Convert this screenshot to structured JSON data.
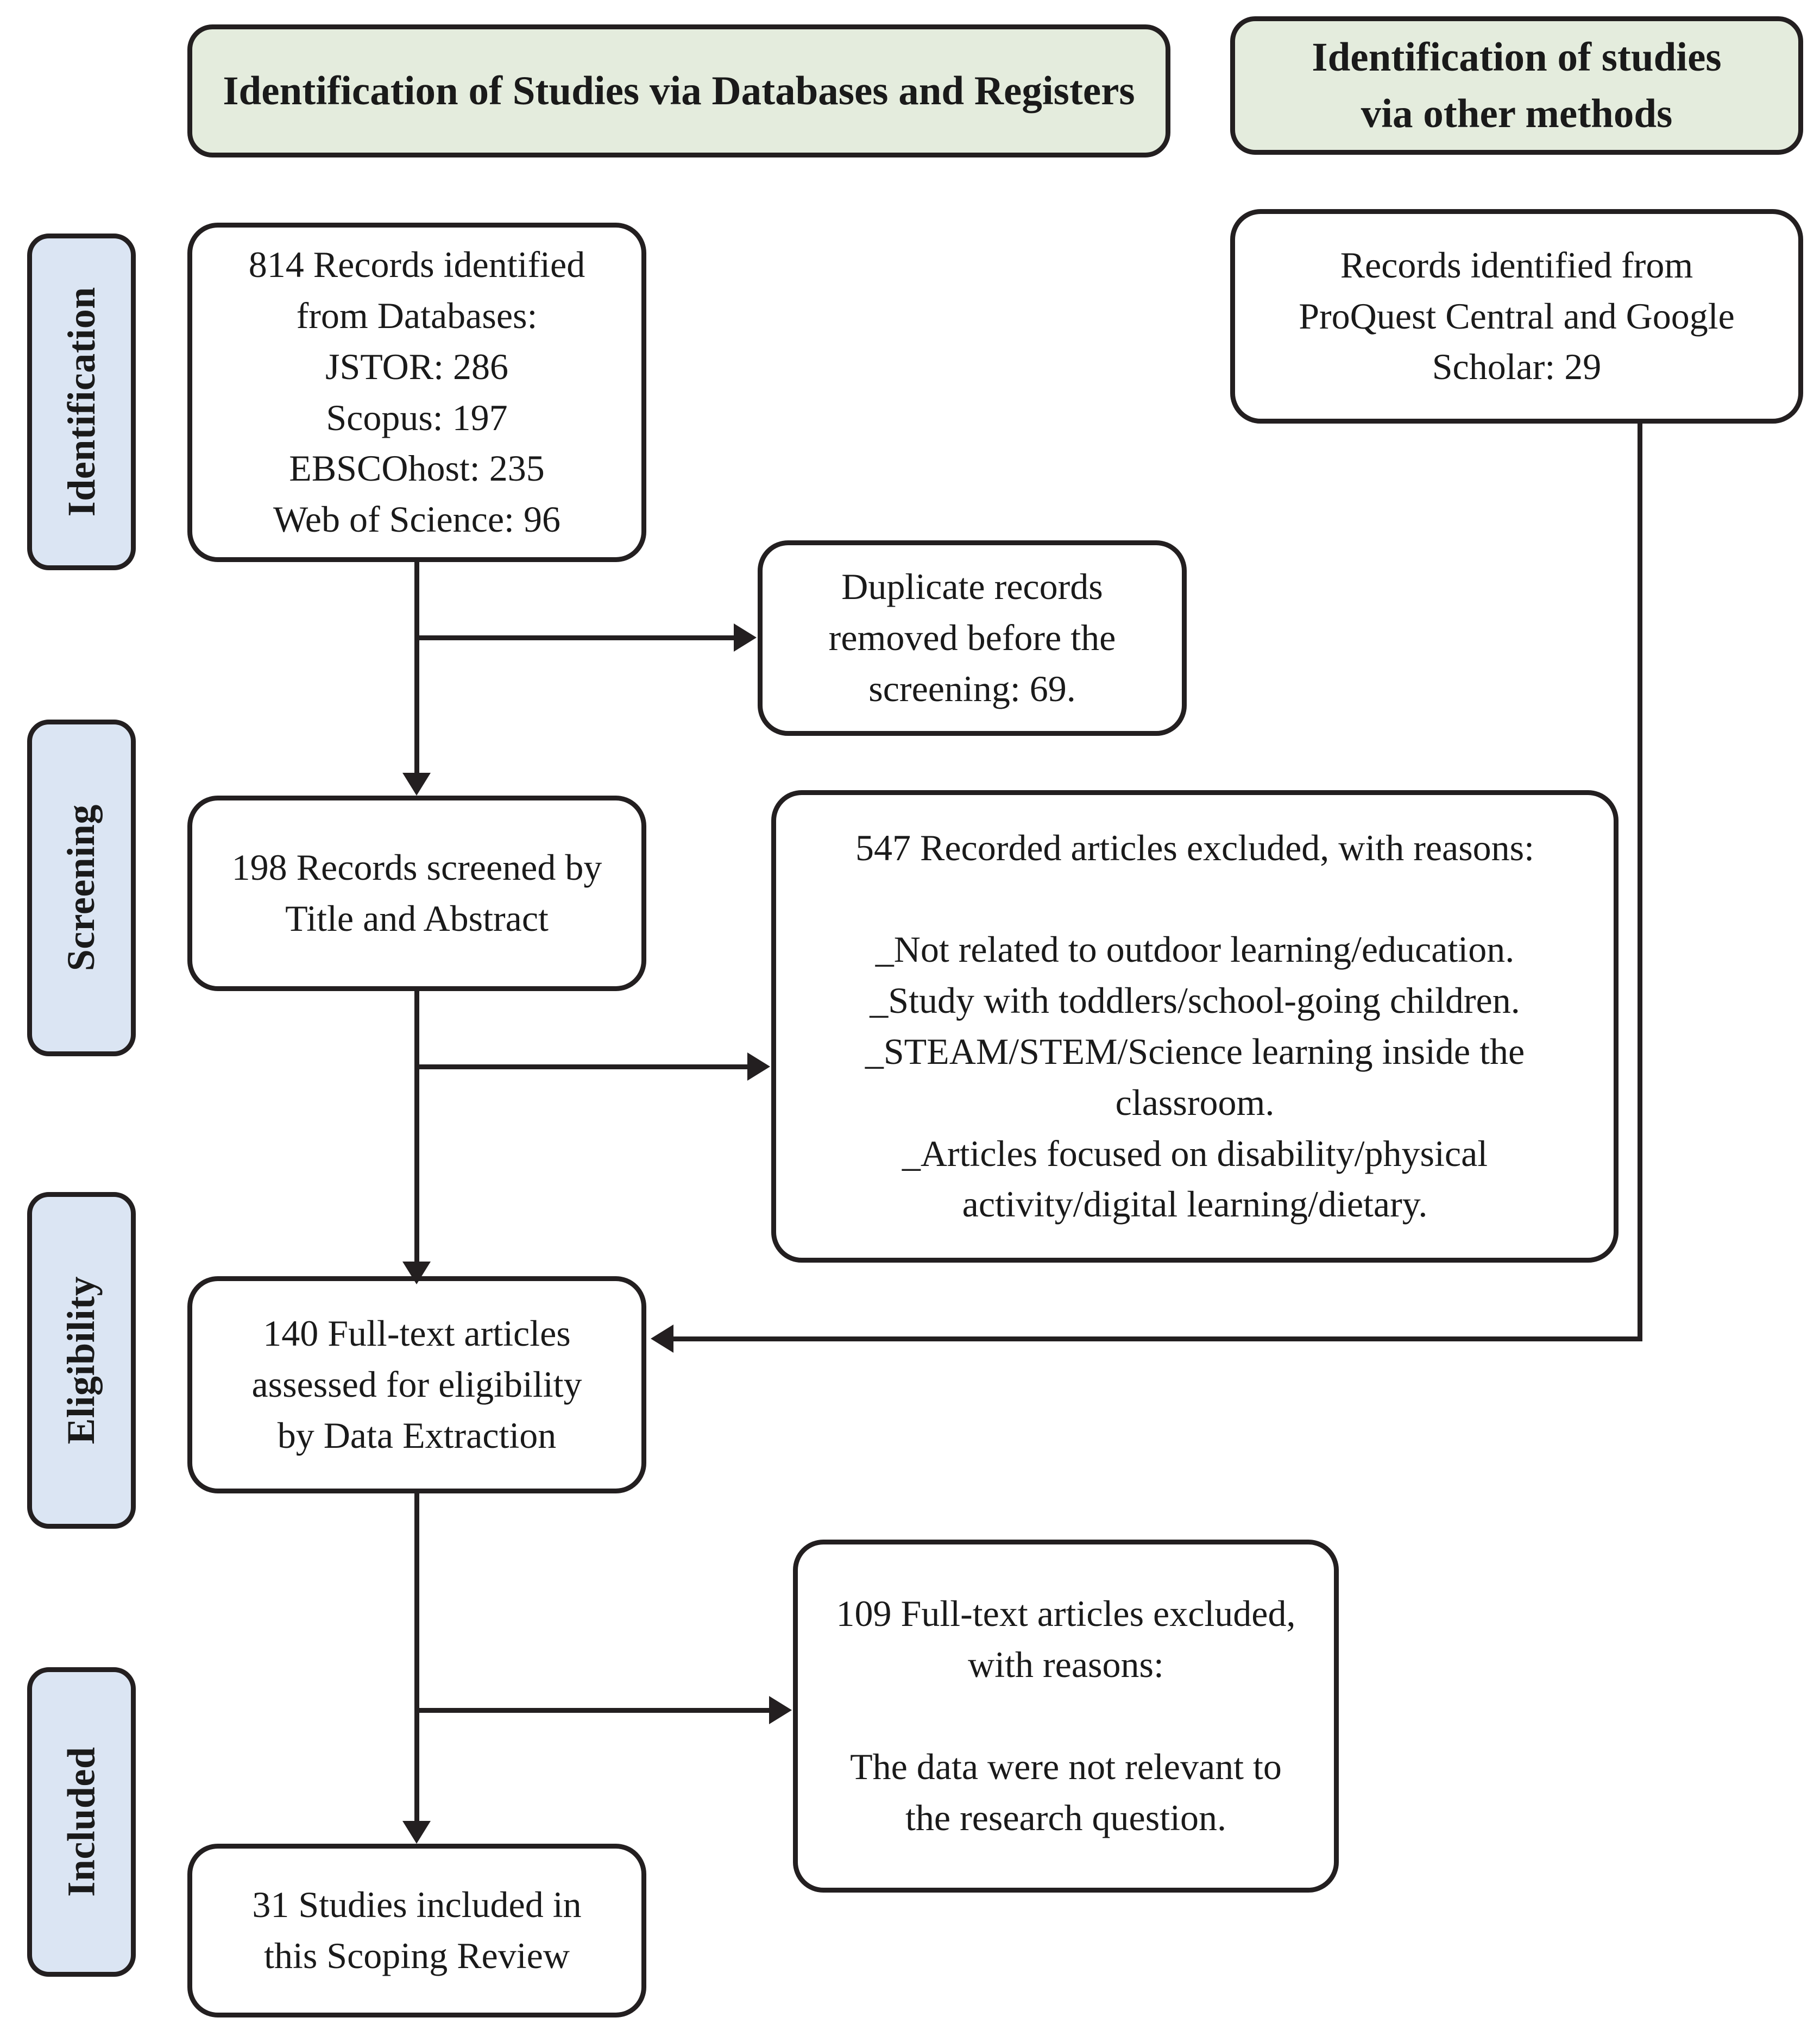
{
  "diagram": {
    "type": "prisma-flow-diagram",
    "colors": {
      "header_fill": "#e4ecdd",
      "phase_fill": "#dbe5f3",
      "stroke": "#231f20",
      "box_fill": "#ffffff"
    }
  },
  "headers": {
    "databases": "Identification of Studies via Databases and Registers",
    "other_methods": "Identification of studies\nvia other methods"
  },
  "phases": [
    {
      "label": "Identification"
    },
    {
      "label": "Screening"
    },
    {
      "label": "Eligibility"
    },
    {
      "label": "Included"
    }
  ],
  "boxes": {
    "records_identified": "814 Records identified\nfrom Databases:\nJSTOR: 286\nScopus: 197\nEBSCOhost: 235\nWeb of Science: 96",
    "other_sources": "Records identified from\nProQuest Central and Google\nScholar: 29",
    "duplicates_removed": "Duplicate records\nremoved before the\nscreening: 69.",
    "records_screened": "198 Records screened by\nTitle and Abstract",
    "records_excluded": "547 Recorded articles excluded, with reasons:\n\n_Not related to outdoor learning/education.\n_Study with toddlers/school-going children.\n_STEAM/STEM/Science learning inside the\nclassroom.\n_Articles focused on disability/physical\nactivity/digital learning/dietary.",
    "fulltext_assessed": "140 Full-text articles\nassessed for eligibility\nby Data Extraction",
    "fulltext_excluded": "109 Full-text articles excluded,\nwith reasons:\n\nThe data were not relevant to\nthe research question.",
    "studies_included": "31 Studies included in\nthis Scoping Review"
  },
  "counts": {
    "records_total": 814,
    "jstor": 286,
    "scopus": 197,
    "ebscohost": 235,
    "web_of_science": 96,
    "other_methods": 29,
    "duplicates_removed": 69,
    "screened": 198,
    "screened_excluded": 547,
    "fulltext_assessed": 140,
    "fulltext_excluded": 109,
    "included": 31
  }
}
